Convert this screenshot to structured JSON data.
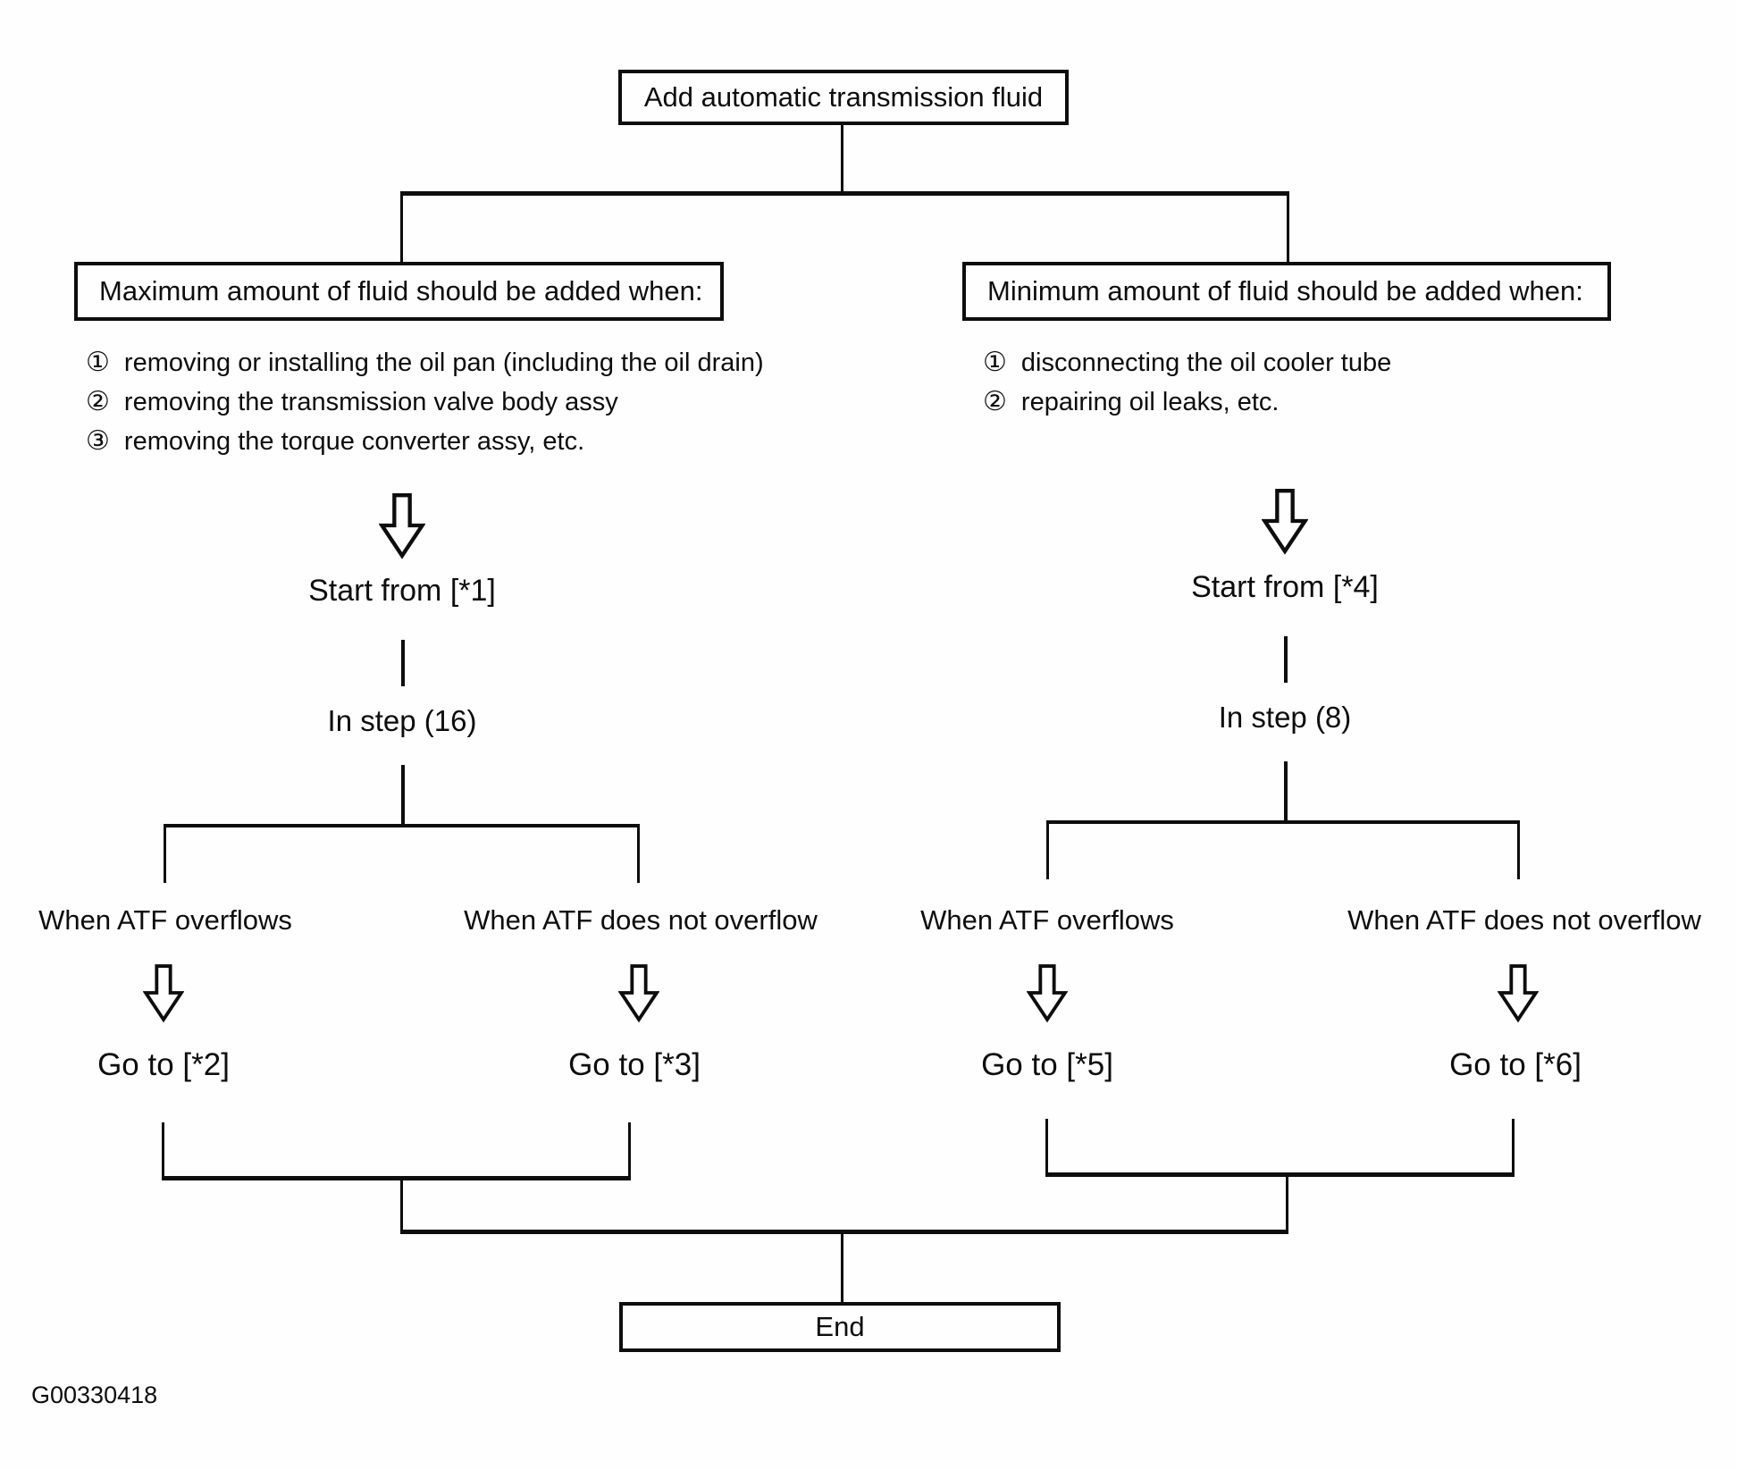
{
  "diagram": {
    "title": "Add automatic transmission fluid",
    "end_label": "End",
    "figure_code": "G00330418",
    "colors": {
      "ink": "#0d0d0d",
      "paper": "#fefefe"
    },
    "icons": {
      "down_arrow_icon": "⇩"
    },
    "branches": [
      {
        "header": "Maximum amount of fluid should be added when:",
        "items": [
          {
            "num": "①",
            "text": "removing or installing the oil pan (including the oil drain)"
          },
          {
            "num": "②",
            "text": "removing the transmission valve body assy"
          },
          {
            "num": "③",
            "text": "removing the torque converter assy, etc."
          }
        ],
        "start_label": "Start from [*1]",
        "step_label": "In step (16)",
        "outcomes": [
          {
            "condition": "When ATF overflows",
            "action": "Go to [*2]"
          },
          {
            "condition": "When ATF does not overflow",
            "action": "Go to [*3]"
          }
        ]
      },
      {
        "header": "Minimum amount of fluid should be added when:",
        "items": [
          {
            "num": "①",
            "text": "disconnecting the oil cooler tube"
          },
          {
            "num": "②",
            "text": "repairing oil leaks, etc."
          }
        ],
        "start_label": "Start from [*4]",
        "step_label": "In step (8)",
        "outcomes": [
          {
            "condition": "When ATF overflows",
            "action": "Go to [*5]"
          },
          {
            "condition": "When ATF does not overflow",
            "action": "Go to [*6]"
          }
        ]
      }
    ]
  }
}
